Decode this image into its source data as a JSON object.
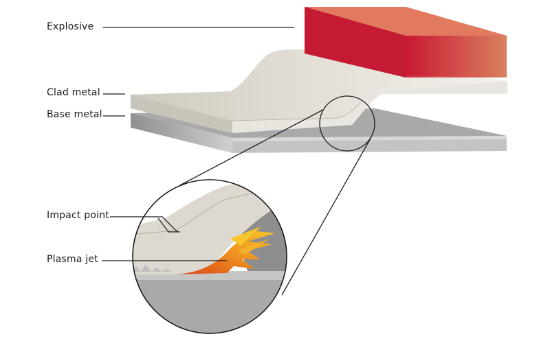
{
  "labels": {
    "explosive": "Explosive",
    "clad_metal": "Clad metal",
    "base_metal": "Base metal",
    "impact_point": "Impact point",
    "plasma_jet": "Plasma jet"
  },
  "colors": {
    "explosive_dark": "#c8102e",
    "explosive_light": "#d9805f",
    "clad_metal": "#dcd8cf",
    "base_metal": "#a9a9a9",
    "plasma_orange": "#e8741a",
    "plasma_yellow": "#f7c52b"
  }
}
